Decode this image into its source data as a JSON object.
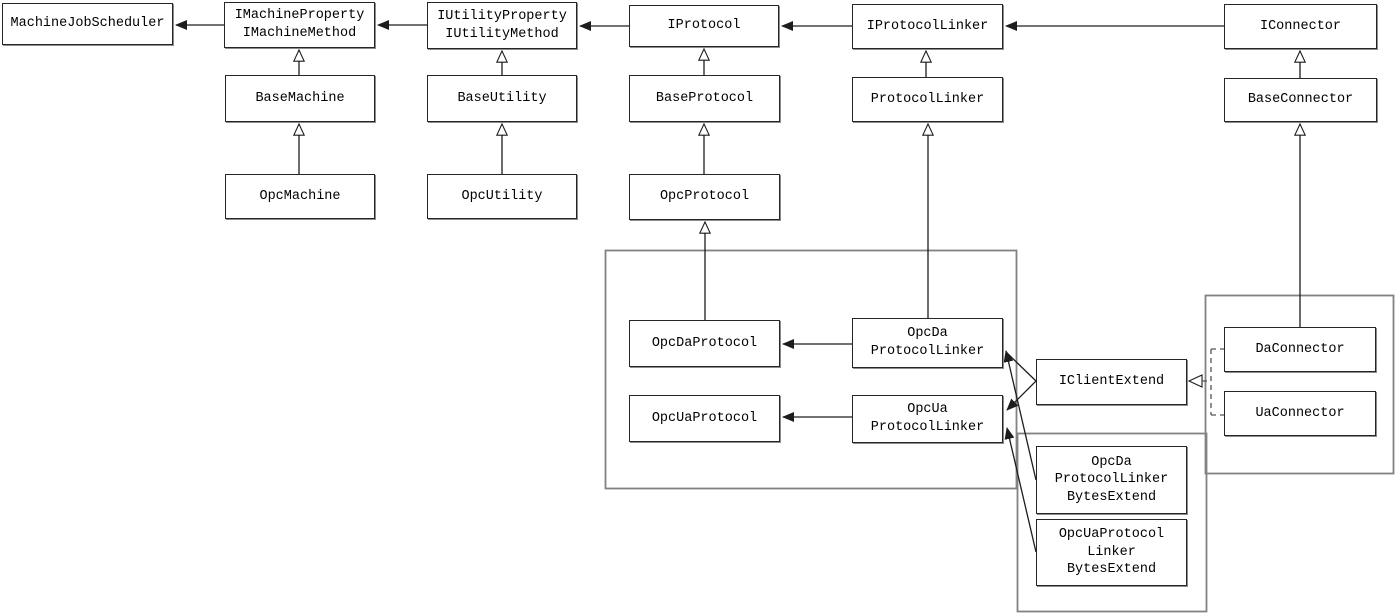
{
  "diagram": {
    "kind": "uml-class-diagram",
    "colors": {
      "background": "#ffffff",
      "box_border": "#262626",
      "line": "#1d1d1d",
      "group_border": "#828282"
    },
    "nodes": {
      "mjs": {
        "label": "MachineJobScheduler"
      },
      "imachine": {
        "line1": "IMachineProperty",
        "line2": "IMachineMethod"
      },
      "basemachine": {
        "label": "BaseMachine"
      },
      "opcmachine": {
        "label": "OpcMachine"
      },
      "iutility": {
        "line1": "IUtilityProperty",
        "line2": "IUtilityMethod"
      },
      "baseutility": {
        "label": "BaseUtility"
      },
      "opcutility": {
        "label": "OpcUtility"
      },
      "iprotocol": {
        "label": "IProtocol"
      },
      "baseprotocol": {
        "label": "BaseProtocol"
      },
      "opcprotocol": {
        "label": "OpcProtocol"
      },
      "iprotocollinker": {
        "label": "IProtocolLinker"
      },
      "protocollinker": {
        "label": "ProtocolLinker"
      },
      "iconnector": {
        "label": "IConnector"
      },
      "baseconnector": {
        "label": "BaseConnector"
      },
      "opcdaprotocol": {
        "label": "OpcDaProtocol"
      },
      "opcdalinker": {
        "line1": "OpcDa",
        "line2": "ProtocolLinker"
      },
      "opcuaprotocol": {
        "label": "OpcUaProtocol"
      },
      "opcualinker": {
        "line1": "OpcUa",
        "line2": "ProtocolLinker"
      },
      "iclientextend": {
        "label": "IClientExtend"
      },
      "daconnector": {
        "label": "DaConnector"
      },
      "uaconnector": {
        "label": "UaConnector"
      },
      "opcdabytes": {
        "line1": "OpcDa",
        "line2": "ProtocolLinker",
        "line3": "BytesExtend"
      },
      "opcuabytes": {
        "line1": "OpcUaProtocol",
        "line2": "Linker",
        "line3": "BytesExtend"
      }
    },
    "edges": [
      {
        "from": "imachine",
        "to": "mjs",
        "type": "directed-association"
      },
      {
        "from": "iutility",
        "to": "imachine",
        "type": "directed-association"
      },
      {
        "from": "iprotocol",
        "to": "iutility",
        "type": "directed-association"
      },
      {
        "from": "iprotocollinker",
        "to": "iprotocol",
        "type": "directed-association"
      },
      {
        "from": "iconnector",
        "to": "iprotocollinker",
        "type": "directed-association"
      },
      {
        "from": "basemachine",
        "to": "imachine",
        "type": "generalization"
      },
      {
        "from": "opcmachine",
        "to": "basemachine",
        "type": "generalization"
      },
      {
        "from": "baseutility",
        "to": "iutility",
        "type": "generalization"
      },
      {
        "from": "opcutility",
        "to": "baseutility",
        "type": "generalization"
      },
      {
        "from": "baseprotocol",
        "to": "iprotocol",
        "type": "generalization"
      },
      {
        "from": "opcprotocol",
        "to": "baseprotocol",
        "type": "generalization"
      },
      {
        "from": "opcdaprotocol",
        "to": "opcprotocol",
        "type": "generalization"
      },
      {
        "from": "protocollinker",
        "to": "iprotocollinker",
        "type": "generalization"
      },
      {
        "from": "opcdalinker",
        "to": "protocollinker",
        "type": "generalization"
      },
      {
        "from": "baseconnector",
        "to": "iconnector",
        "type": "generalization"
      },
      {
        "from": "daconnector",
        "to": "baseconnector",
        "type": "generalization"
      },
      {
        "from": "opcdalinker",
        "to": "opcdaprotocol",
        "type": "directed-association"
      },
      {
        "from": "opcualinker",
        "to": "opcuaprotocol",
        "type": "directed-association"
      },
      {
        "from": "iclientextend",
        "to": "opcdalinker",
        "type": "directed-association"
      },
      {
        "from": "iclientextend",
        "to": "opcualinker",
        "type": "directed-association"
      },
      {
        "from": "opcdabytes",
        "to": "opcdalinker",
        "type": "directed-association"
      },
      {
        "from": "opcuabytes",
        "to": "opcualinker",
        "type": "directed-association"
      },
      {
        "from": "daconnector",
        "to": "iclientextend",
        "type": "realization"
      },
      {
        "from": "uaconnector",
        "to": "iclientextend",
        "type": "realization"
      }
    ]
  }
}
